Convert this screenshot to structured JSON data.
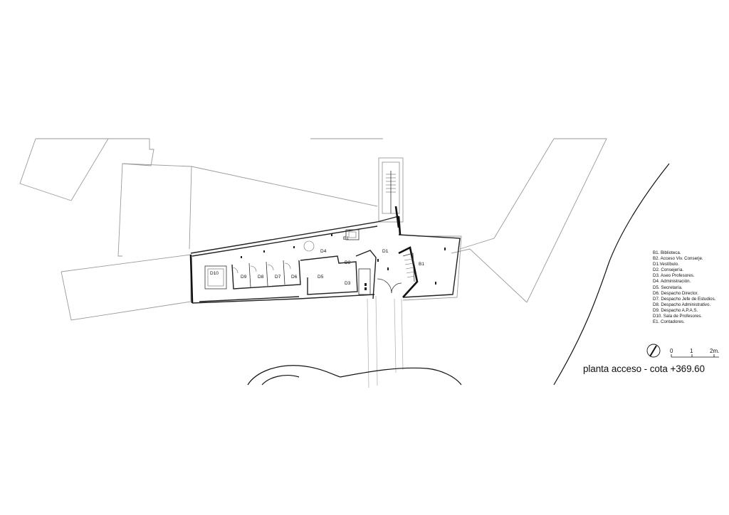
{
  "drawing": {
    "title": "planta acceso - cota +369.60",
    "rooms": [
      {
        "code": "D10",
        "key": "d10"
      },
      {
        "code": "D9",
        "key": "d9"
      },
      {
        "code": "D8",
        "key": "d8"
      },
      {
        "code": "D7",
        "key": "d7"
      },
      {
        "code": "D6",
        "key": "d6"
      },
      {
        "code": "D5",
        "key": "d5"
      },
      {
        "code": "D4",
        "key": "d4"
      },
      {
        "code": "D3",
        "key": "d3"
      },
      {
        "code": "D2",
        "key": "d2"
      },
      {
        "code": "D1",
        "key": "d1"
      },
      {
        "code": "E1",
        "key": "e1"
      },
      {
        "code": "B1",
        "key": "b1"
      }
    ],
    "legend": [
      "B1. Biblioteca.",
      "B2. Acceso Viv. Conserje.",
      "D1.Vestíbulo.",
      "D2. Consejería.",
      "D3. Aseo Profesores.",
      "D4. Administración.",
      "D5. Secretaría.",
      "D6. Despacho Director.",
      "D7. Despacho Jefe de Estudios.",
      "D8. Despacho Administrativo.",
      "D9. Despacho A.P.A.S.",
      "D10. Sala de Profesores.",
      "E1. Contadores."
    ],
    "scale_bar": {
      "ticks": [
        "0",
        "1",
        "2m."
      ]
    },
    "icons": [
      "north-arrow-icon"
    ]
  }
}
